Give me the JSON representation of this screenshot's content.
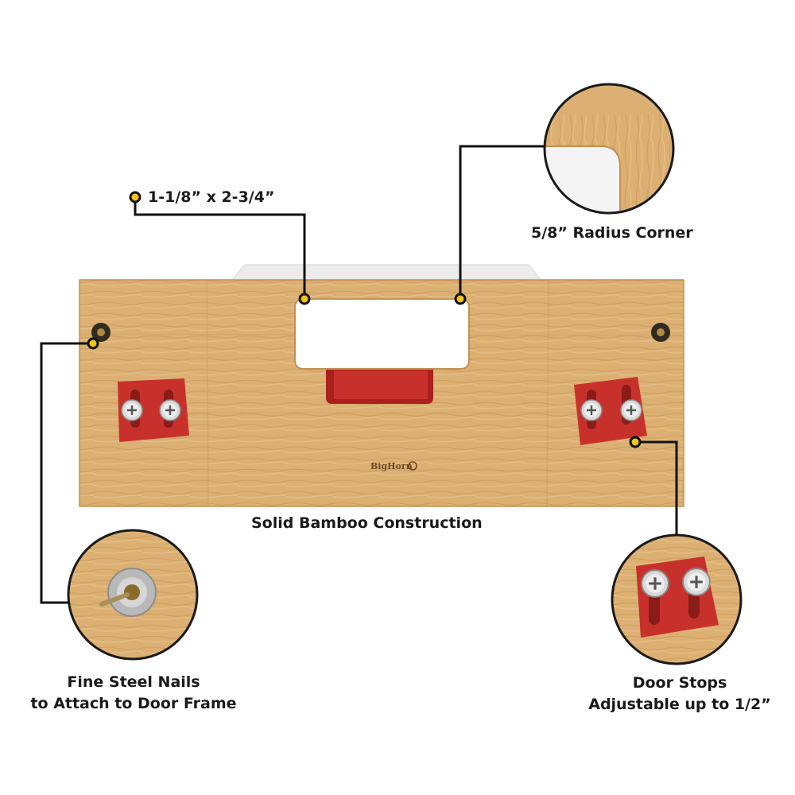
{
  "callouts": {
    "handle_size": "1-1/8” x 2-3/4”",
    "radius_corner": "5/8” Radius Corner",
    "construction": "Solid Bamboo Construction",
    "nails_line1": "Fine Steel Nails",
    "nails_line2": "to Attach to Door Frame",
    "stops_line1": "Door Stops",
    "stops_line2": "Adjustable up to 1/2”"
  },
  "brand_mark": "BigHorn",
  "colors": {
    "bamboo": "#d9ad6e",
    "bamboo_dark": "#c48f4d",
    "stop_red": "#c8312b",
    "leader_line": "#111111",
    "dot": "#f2c418"
  },
  "icons": [
    "nail-icon",
    "screw-icon",
    "door-stop-icon"
  ]
}
